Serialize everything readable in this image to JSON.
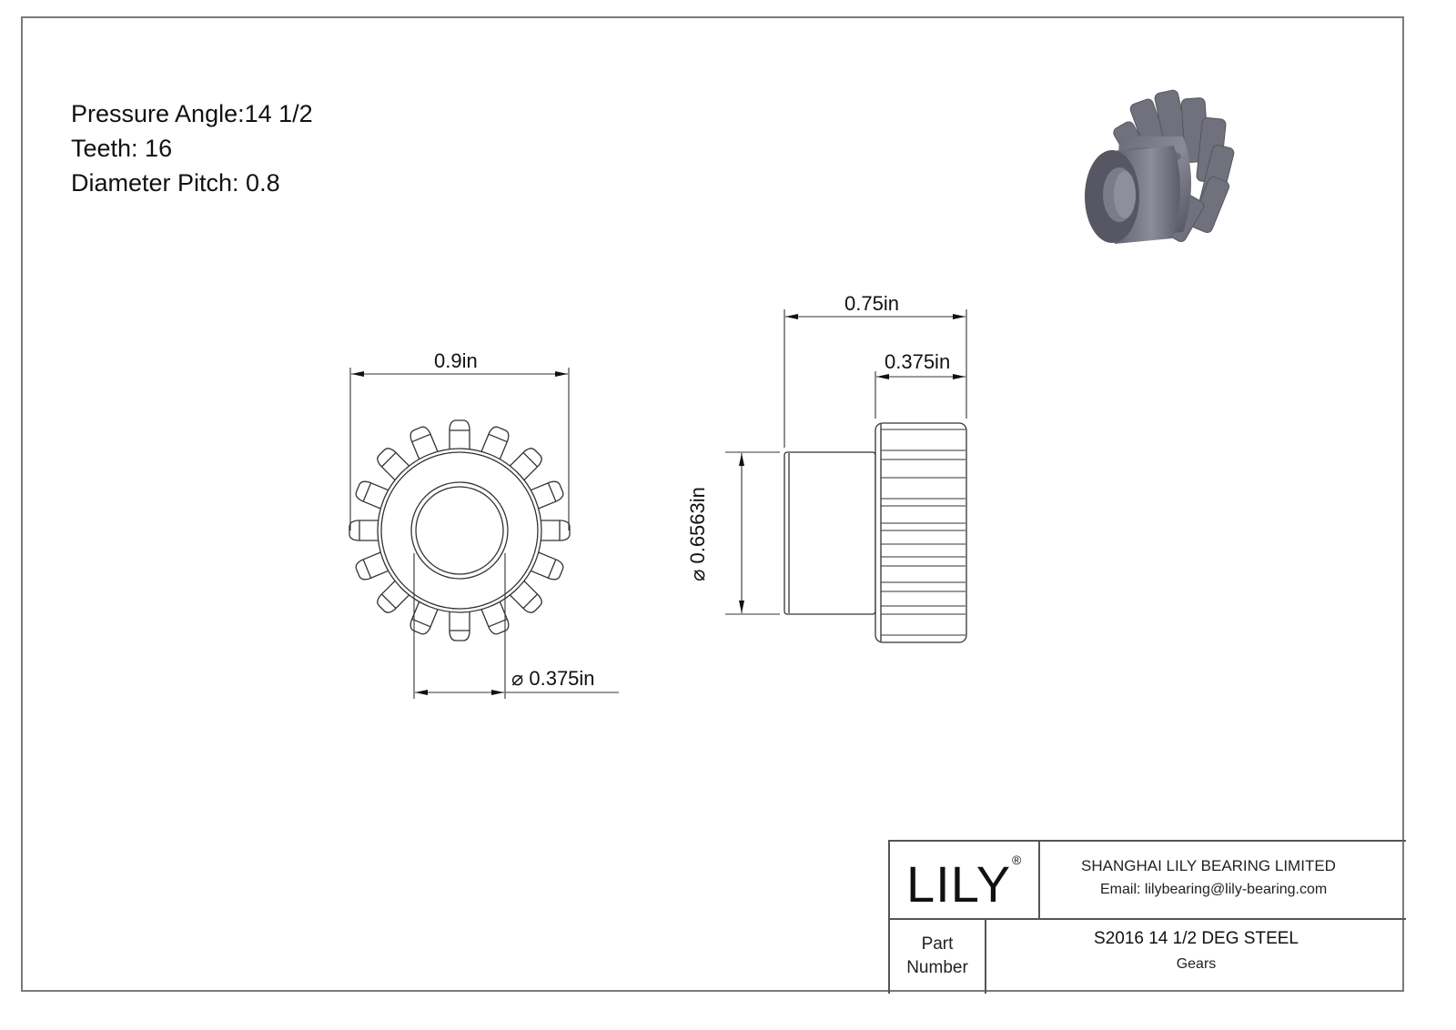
{
  "specs": {
    "pressure_angle": "Pressure Angle:14 1/2",
    "teeth": "Teeth: 16",
    "diameter_pitch": "Diameter Pitch: 0.8"
  },
  "front_view": {
    "outer_diameter_label": "0.9in",
    "bore_diameter_label": "⌀ 0.375in",
    "tooth_count": 16
  },
  "side_view": {
    "overall_length_label": "0.75in",
    "gear_face_width_label": "0.375in",
    "hub_diameter_label": "⌀ 0.6563in"
  },
  "title_block": {
    "logo": "LILY",
    "registered_mark": "®",
    "company": "SHANGHAI LILY BEARING LIMITED",
    "email": "Email: lilybearing@lily-bearing.com",
    "part_label_line1": "Part",
    "part_label_line2": "Number",
    "part_number": "S2016 14 1/2 DEG STEEL",
    "category": "Gears"
  },
  "colors": {
    "line": "#333333",
    "frame": "#7a7a7a",
    "render_body": "#5e5f6b"
  }
}
